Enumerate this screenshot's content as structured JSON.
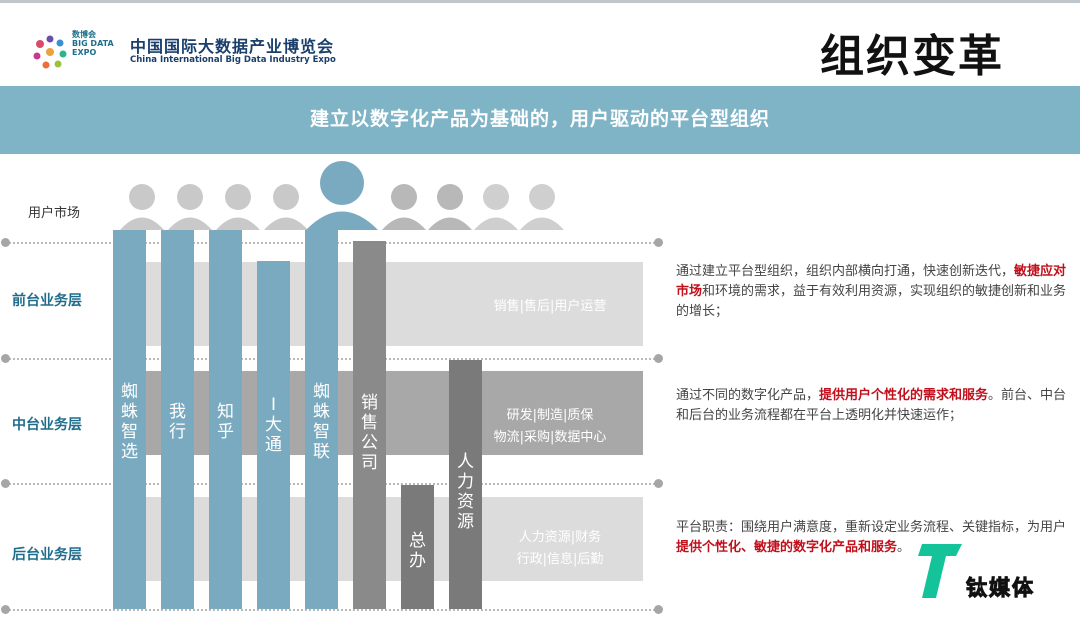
{
  "header": {
    "logo_small_lines": [
      "数博会",
      "BIG DATA",
      "EXPO"
    ],
    "logo_title_cn": "中国国际大数据产业博览会",
    "logo_title_en": "China International Big Data Industry Expo",
    "page_title": "组织变革"
  },
  "banner": {
    "text": "建立以数字化产品为基础的，用户驱动的平台型组织"
  },
  "market_label": "用户市场",
  "layers": [
    {
      "label": "前台业务层",
      "band_lines": [
        "销售|售后|用户运营"
      ]
    },
    {
      "label": "中台业务层",
      "band_lines": [
        "研发|制造|质保",
        "物流|采购|数据中心"
      ]
    },
    {
      "label": "后台业务层",
      "band_lines": [
        "人力资源|财务",
        "行政|信息|后勤"
      ]
    }
  ],
  "columns": [
    {
      "name": "蜘蛛智选",
      "color": "#7aaac0"
    },
    {
      "name": "我行",
      "color": "#7aaac0"
    },
    {
      "name": "知乎",
      "color": "#7aaac0"
    },
    {
      "name": "I大通",
      "color": "#7aaac0"
    },
    {
      "name": "蜘蛛智联",
      "color": "#7aaac0"
    },
    {
      "name": "销售公司",
      "color": "#8a8a8a"
    },
    {
      "name": "总办",
      "color": "#7a7a7a"
    },
    {
      "name": "人力资源",
      "color": "#7a7a7a"
    }
  ],
  "descriptions": {
    "front": {
      "p1": "通过建立平台型组织，组织内部横向打通，快速创新迭代，",
      "h1": "敏捷应对市场",
      "p2": "和环境的需求，益于有效利用资源，实现组织的敏捷创新和业务的增长；"
    },
    "middle": {
      "p1": "通过不同的数字化产品，",
      "h1": "提供用户个性化的需求和服务",
      "p2": "。前台、中台和后台的业务流程都在平台上透明化并快速运作；"
    },
    "back": {
      "p1": "平台职责：围绕用户满意度，重新设定业务流程、关键指标，为用户",
      "h1": "提供个性化、敏捷的数字化产品和服务",
      "p2": "。"
    }
  },
  "colors": {
    "banner": "#7fb4c7",
    "blue_column": "#7aaac0",
    "band_dark": "#a8a8a8",
    "band_light": "#dcdcdc",
    "layer_label": "#1f6d8c",
    "highlight": "#c0101c"
  },
  "watermark": "钛媒体"
}
